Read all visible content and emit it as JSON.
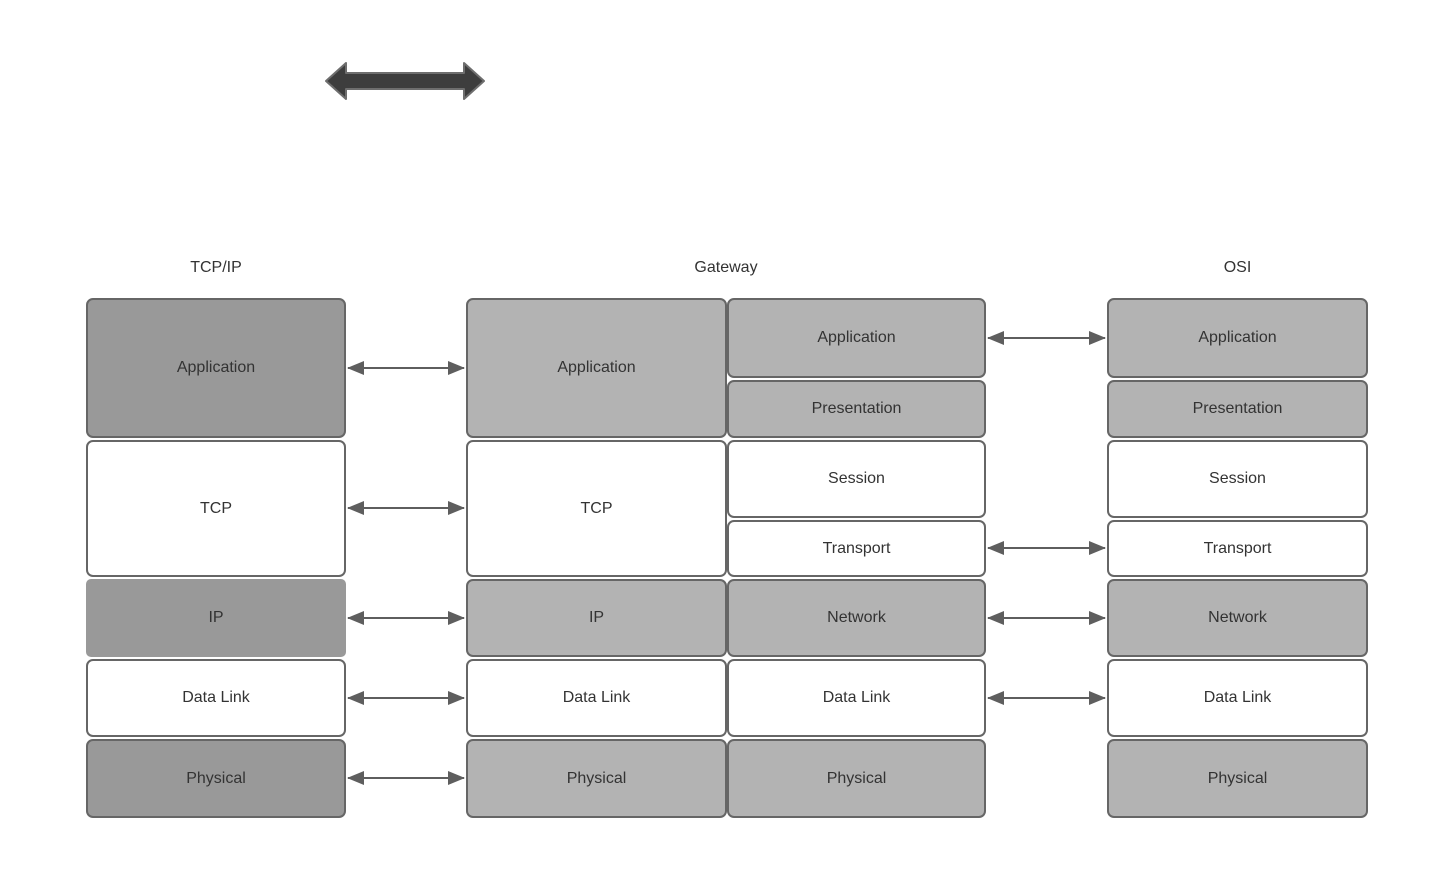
{
  "diagram": {
    "title_note": "TCP/IP vs OSI protocol stack comparison through a Gateway",
    "colors": {
      "dark_gray_fill": "#999999",
      "light_gray_fill": "#b3b3b3",
      "white_fill": "#ffffff",
      "box_border": "#666666",
      "text": "#333333",
      "connector_arrow": "#5e5e5e",
      "thick_arrow_fill": "#3d3d3d",
      "thick_arrow_stroke": "#6e6e6e"
    },
    "icons": {
      "thick_bidirectional_arrow": "double-headed horizontal arrow"
    },
    "columns": {
      "tcpip": {
        "title": "TCP/IP",
        "layers": [
          {
            "label": "Application",
            "shade": "dark"
          },
          {
            "label": "TCP",
            "shade": "white"
          },
          {
            "label": "IP",
            "shade": "dark"
          },
          {
            "label": "Data Link",
            "shade": "white"
          },
          {
            "label": "Physical",
            "shade": "dark"
          }
        ]
      },
      "gateway": {
        "title": "Gateway",
        "left_stack": {
          "layers": [
            {
              "label": "Application",
              "shade": "light"
            },
            {
              "label": "TCP",
              "shade": "white"
            },
            {
              "label": "IP",
              "shade": "light"
            },
            {
              "label": "Data Link",
              "shade": "white"
            },
            {
              "label": "Physical",
              "shade": "light"
            }
          ]
        },
        "right_stack": {
          "layers": [
            {
              "label": "Application",
              "shade": "light"
            },
            {
              "label": "Presentation",
              "shade": "light"
            },
            {
              "label": "Session",
              "shade": "white"
            },
            {
              "label": "Transport",
              "shade": "white"
            },
            {
              "label": "Network",
              "shade": "light"
            },
            {
              "label": "Data Link",
              "shade": "white"
            },
            {
              "label": "Physical",
              "shade": "light"
            }
          ]
        }
      },
      "osi": {
        "title": "OSI",
        "layers": [
          {
            "label": "Application",
            "shade": "light"
          },
          {
            "label": "Presentation",
            "shade": "light"
          },
          {
            "label": "Session",
            "shade": "white"
          },
          {
            "label": "Transport",
            "shade": "white"
          },
          {
            "label": "Network",
            "shade": "light"
          },
          {
            "label": "Data Link",
            "shade": "white"
          },
          {
            "label": "Physical",
            "shade": "light"
          }
        ]
      }
    },
    "connections": {
      "tcpip_to_gateway": [
        {
          "layer": "Application"
        },
        {
          "layer": "TCP"
        },
        {
          "layer": "IP"
        },
        {
          "layer": "Data Link"
        },
        {
          "layer": "Physical"
        }
      ],
      "gateway_to_osi": [
        {
          "layer": "Application"
        },
        {
          "layer": "Transport"
        },
        {
          "layer": "Network"
        },
        {
          "layer": "Data Link"
        }
      ]
    }
  }
}
